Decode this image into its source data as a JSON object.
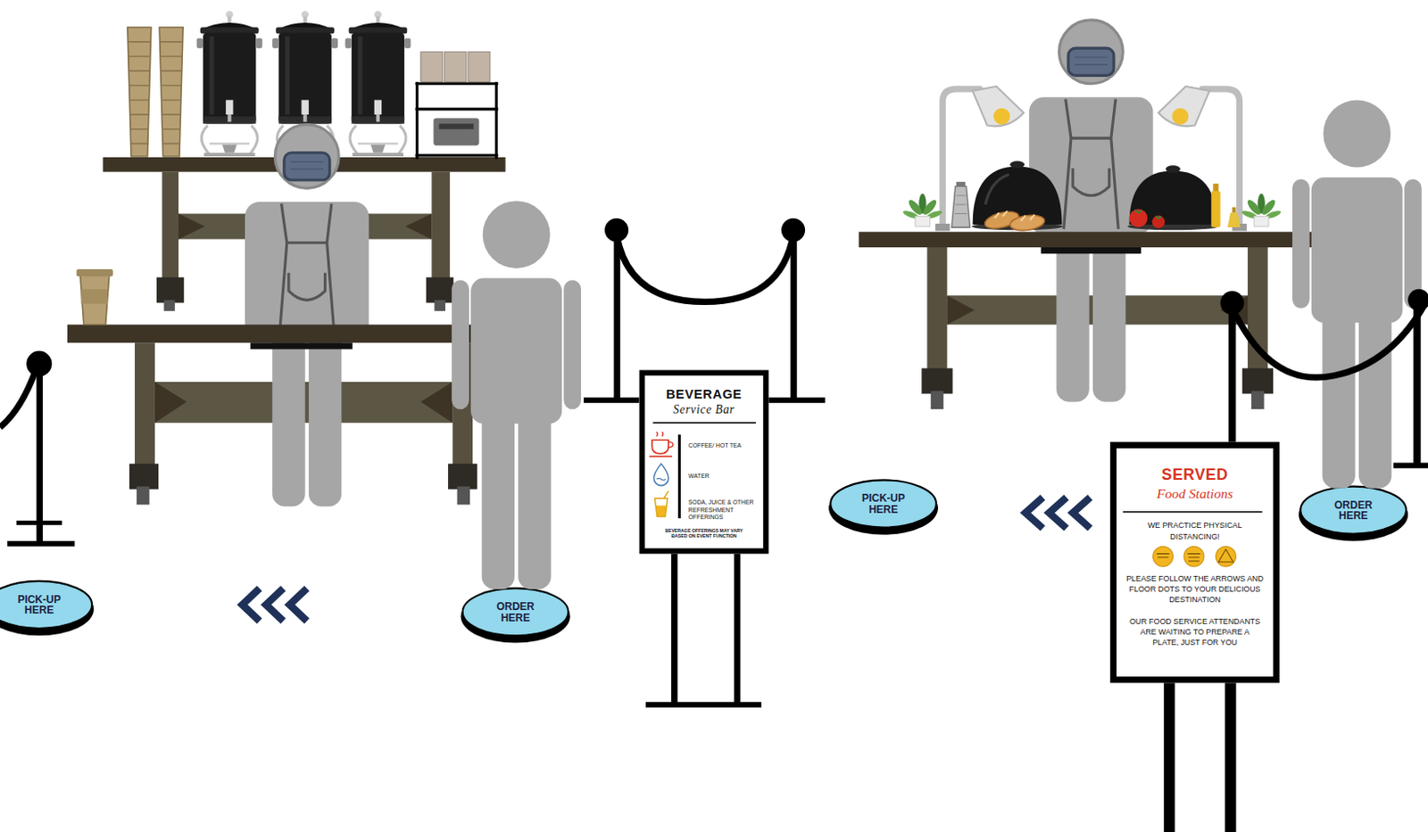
{
  "diagram": {
    "nodes": [
      {
        "text": [
          "PICK-UP HERE"
        ]
      },
      {
        "text": [
          "ORDER HERE"
        ]
      },
      {
        "text": [
          "BEVERAGE",
          "Service Bar",
          "COFFEE/ HOT TEA",
          "WATER",
          "SODA, JUICE & OTHER REFRESHMENT OFFERINGS",
          "BEVERAGE OFFERINGS MAY VARY BASED ON EVENT FUNCTION"
        ]
      },
      {
        "text": [
          "PICK-UP HERE"
        ]
      },
      {
        "text": [
          "SERVED",
          "Food Stations",
          "WE PRACTICE PHYSICAL DISTANCING!",
          "PLEASE FOLLOW THE ARROWS AND FLOOR DOTS TO YOUR DELICIOUS DESTINATION",
          "OUR FOOD SERVICE ATTENDANTS ARE WAITING TO PREPARE A PLATE, JUST FOR YOU"
        ]
      },
      {
        "text": [
          "ORDER HERE"
        ]
      }
    ]
  }
}
